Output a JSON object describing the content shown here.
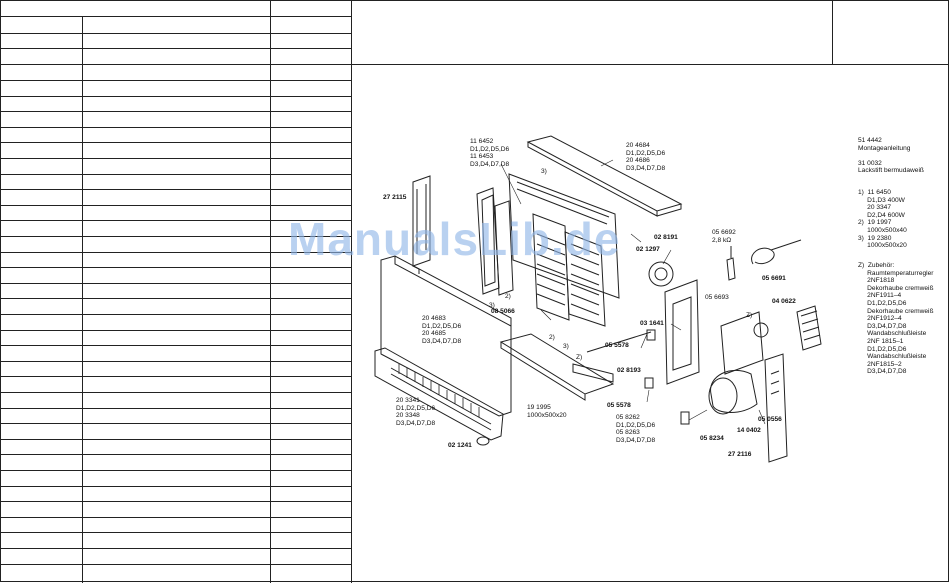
{
  "watermark": "ManualsLib.de",
  "labels": {
    "l11_6452": "11 6452\nD1,D2,D5,D6\n11 6453\nD3,D4,D7,D8",
    "l20_4684": "20 4684\nD1,D2,D5,D6\n20 4686\nD3,D4,D7,D8",
    "l3a": "3)",
    "l27_2115": "27 2115",
    "l02_8191": "02 8191",
    "l02_1297": "02 1297",
    "l05_6692": "05 6692\n2,8 kΩ",
    "l05_6691": "05 6691",
    "l05_6693": "05 6693",
    "l04_0622": "04 0622",
    "lZ1": "Z)",
    "l2a": "2)",
    "l3b": "3)",
    "l08_5066": "08 5066",
    "l03_1641": "03 1641",
    "l20_4683": "20 4683\nD1,D2,D5,D6\n20 4685\nD3,D4,D7,D8",
    "l2b": "2)",
    "l3c": "3)",
    "l05_5578a": "05 5578",
    "lZ2": "Z)",
    "l02_8193": "02 8193",
    "l05_5578b": "05 5578",
    "l20_3341": "20 3341\nD1,D2,D5,D6\n20 3348\nD3,D4,D7,D8",
    "l19_1995": "19 1995\n1000x500x20",
    "l05_8262": "05 8262\nD1,D2,D5,D6\n05 8263\nD3,D4,D7,D8",
    "l05_8234": "05 8234",
    "l14_0402": "14 0402",
    "l05_0556": "05 0556",
    "l27_2116": "27 2116",
    "l02_1241": "02 1241"
  },
  "notes": {
    "n1": "51 4442\nMontageanleitung\n\n31 0032\nLackstift bermudaweiß",
    "n2": "1)  11 6450\n     D1,D3 400W\n     20 3347\n     D2,D4 600W\n2)  19 1997\n     1000x500x40\n3)  19 2380\n     1000x500x20",
    "n3": "Z)  Zubehör:\n     Raumtemperaturregler\n     2NF1818\n     Dekorhaube cremweiß\n     2NF1911–4\n     D1,D2,D5,D6\n     Dekorhaube cremweiß\n     2NF1912–4\n     D3,D4,D7,D8\n     Wandabschlußleiste\n     2NF 1815–1\n     D1,D2,D5,D6\n     Wandabschlußleiste\n     2NF1815–2\n     D3,D4,D7,D8"
  },
  "colors": {
    "line": "#222222",
    "watermark": "#8fb5e8"
  }
}
